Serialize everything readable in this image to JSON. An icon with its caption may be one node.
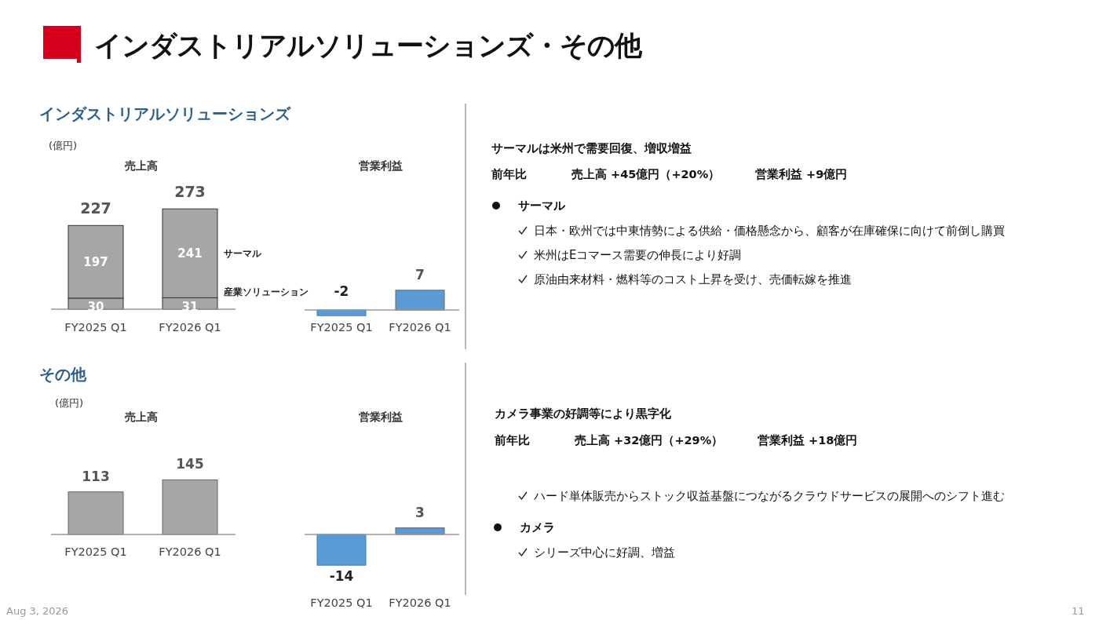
{
  "diagram": {
    "title": "インダストリアルソリューションズ・その他",
    "labels": [
      "インダストリアルソリューションズ",
      "サーマルは米州で需要回復、増収増益",
      "前年比",
      "売上高 +45億円（+20%）",
      "営業利益 +9億円",
      "サーマル",
      "日本・欧州では中東情勢による供給・価格懸念から、顧客が在庫確保に向けて前倒し購買",
      "米州はEコマース需要の伸長により好調",
      "原油由来材料・燃料等のコスト上昇を受け、売価転嫁を推進",
      "その他",
      "カメラ事業の好調等により黒字化",
      "前年比",
      "売上高 +32億円（+29%）",
      "営業利益 +18億円",
      "ハード単体販売からストック収益基盤につながるクラウドサービスの展開へのシフト進む",
      "カメラ",
      "シリーズ中心に好調、増益",
      "Aug 3, 2026",
      "11"
    ],
    "chart_data": [
      {
        "type": "bar",
        "title": "売上高",
        "ylabel": "(億円)",
        "categories": [
          "FY2025 Q1",
          "FY2026 Q1"
        ],
        "stacked": true,
        "data_labels": true,
        "series": [
          {
            "name": "産業ソリューション",
            "color": "#a6a6a9",
            "values": [
              30,
              31
            ]
          },
          {
            "name": "サーマル",
            "color": "#a6a6a9",
            "values": [
              197,
              241
            ]
          }
        ],
        "annotations": [
          "227",
          "273"
        ]
      },
      {
        "type": "bar",
        "title": "営業利益",
        "categories": [
          "FY2025 Q1",
          "FY2026 Q1"
        ],
        "data_labels": true,
        "series": [
          {
            "color": "#5b9bd5",
            "values": [
              -2,
              7
            ]
          }
        ]
      },
      {
        "type": "bar",
        "title": "売上高",
        "ylabel": "(億円)",
        "categories": [
          "FY2025 Q1",
          "FY2026 Q1"
        ],
        "data_labels": true,
        "series": [
          {
            "color": "#a6a6a9",
            "values": [
              113,
              145
            ]
          }
        ]
      },
      {
        "type": "bar",
        "title": "営業利益",
        "categories": [
          "FY2025 Q1",
          "FY2026 Q1"
        ],
        "data_labels": true,
        "series": [
          {
            "color": "#5b9bd5",
            "values": [
              -14,
              3
            ]
          }
        ]
      }
    ]
  }
}
